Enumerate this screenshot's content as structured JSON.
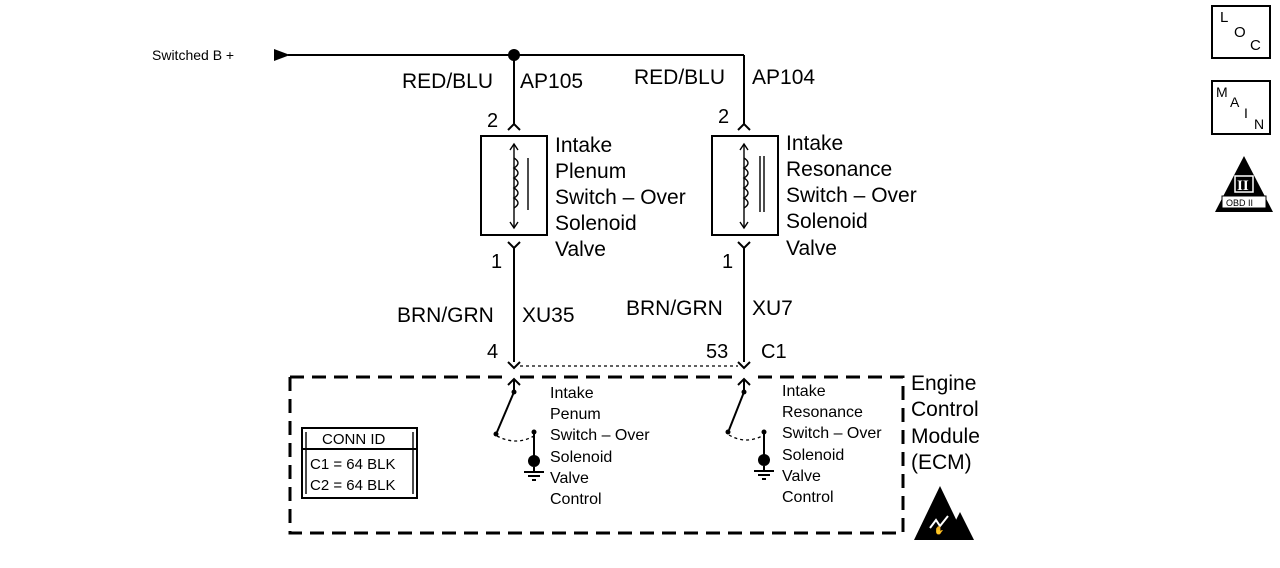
{
  "power": {
    "label": "Switched B +"
  },
  "circuits": [
    {
      "top_pin": "2",
      "top_wire_color": "RED/BLU",
      "top_circuit": "AP105",
      "solenoid_label": [
        "Intake",
        "Plenum",
        "Switch – Over",
        "Solenoid",
        "Valve"
      ],
      "bottom_pin": "1",
      "bottom_wire_color": "BRN/GRN",
      "bottom_circuit": "XU35",
      "ecm_pin": "4",
      "ecm_control_label": [
        "Intake",
        "Penum",
        "Switch – Over",
        "Solenoid",
        "Valve",
        "Control"
      ]
    },
    {
      "top_pin": "2",
      "top_wire_color": "RED/BLU",
      "top_circuit": "AP104",
      "solenoid_label": [
        "Intake",
        "Resonance",
        "Switch – Over",
        "Solenoid",
        "Valve"
      ],
      "bottom_pin": "1",
      "bottom_wire_color": "BRN/GRN",
      "bottom_circuit": "XU7",
      "ecm_pin": "53",
      "ecm_connector": "C1",
      "ecm_control_label": [
        "Intake",
        "Resonance",
        "Switch – Over",
        "Solenoid",
        "Valve",
        "Control"
      ]
    }
  ],
  "ecm": {
    "label": [
      "Engine",
      "Control",
      "Module",
      "(ECM)"
    ]
  },
  "conn_id": {
    "title": "CONN ID",
    "rows": [
      "C1 = 64 BLK",
      "C2 = 64 BLK"
    ]
  },
  "badges": {
    "loc": {
      "l": "L",
      "o": "O",
      "c": "C"
    },
    "main": {
      "m": "M",
      "a": "A",
      "i": "I",
      "n": "N"
    },
    "obd": {
      "numeral": "II",
      "text": "OBD II"
    }
  }
}
